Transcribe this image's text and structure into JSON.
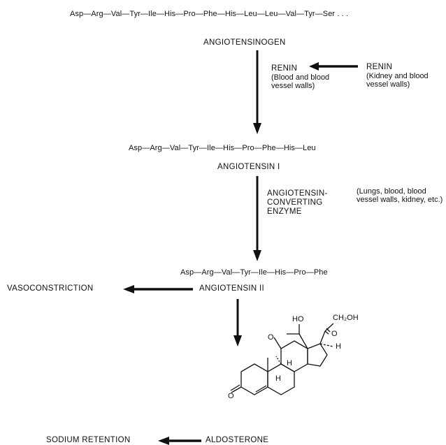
{
  "peptides": {
    "angiotensinogen_seq": "Asp—Arg—Val—Tyr—Ile—His—Pro—Phe—His—Leu—Leu—Val—Tyr—Ser . . .",
    "angiotensin1_seq": "Asp—Arg—Val—Tyr—Ile—His—Pro—Phe—His—Leu",
    "angiotensin2_seq": "Asp—Arg—Val—Tyr—Ile—His—Pro—Phe"
  },
  "labels": {
    "angiotensinogen": "ANGIOTENSINOGEN",
    "angiotensin1": "ANGIOTENSIN I",
    "angiotensin2": "ANGIOTENSIN II",
    "vasoconstriction": "VASOCONSTRICTION",
    "aldosterone": "ALDOSTERONE",
    "sodium_retention": "SODIUM RETENTION"
  },
  "renin_step": {
    "enzyme_name": "RENIN",
    "enzyme_site": "(Blood and blood vessel walls)",
    "source_name": "RENIN",
    "source_site": "(Kidney and blood vessel walls)"
  },
  "ace_step": {
    "enzyme_name": "ANGIOTENSIN-CONVERTING ENZYME",
    "enzyme_site": "(Lungs, blood, blood vessel walls, kidney, etc.)"
  },
  "structure": {
    "ho": "HO",
    "ch2oh": "CH₂OH",
    "o_ring": "O",
    "o_keto": "O",
    "o_ketone": "O",
    "h_side": "H",
    "h_top": "H",
    "h_bottom": "H"
  },
  "colors": {
    "ink": "#111111",
    "background": "#ffffff"
  }
}
